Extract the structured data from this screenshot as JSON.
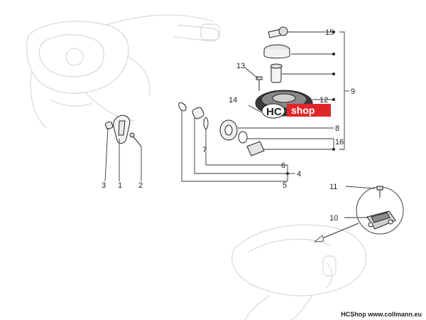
{
  "callouts": {
    "c1": "1",
    "c2": "2",
    "c3": "3",
    "c4": "4",
    "c5": "5",
    "c6": "6",
    "c7": "7",
    "c8": "8",
    "c9": "9",
    "c10": "10",
    "c11": "11",
    "c12": "12",
    "c13": "13",
    "c14": "14",
    "c15": "15",
    "c16": "16"
  },
  "watermark": {
    "hc": "HC",
    "shop": "shop",
    "color": "#e0262b"
  },
  "footer": {
    "brand": "HCShop",
    "site": "www.collmann.eu"
  },
  "colors": {
    "stroke": "#222222",
    "ghost": "#d8d8d8",
    "logo_red": "#e0262b"
  }
}
